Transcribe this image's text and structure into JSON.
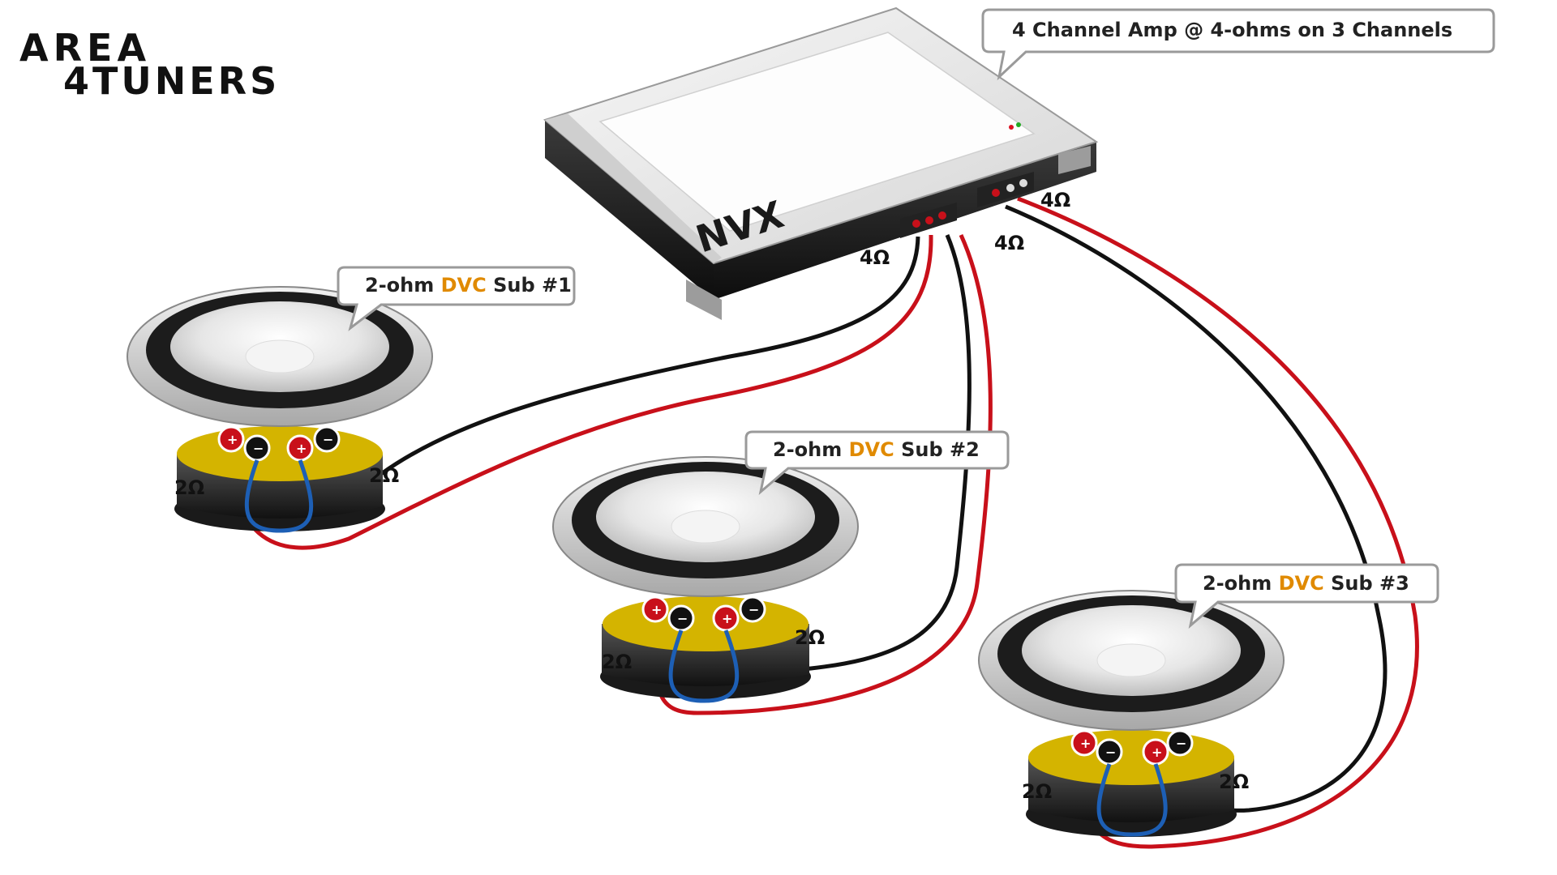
{
  "logo": {
    "line1": "AREA",
    "line2": "4TUNERS"
  },
  "amp": {
    "brand": "NVX",
    "callout": "4 Channel Amp  @ 4-ohms on 3 Channels",
    "channel_loads": [
      "4Ω",
      "4Ω",
      "4Ω"
    ]
  },
  "subs": [
    {
      "label_prefix": "2-ohm ",
      "label_highlight": "DVC",
      "label_suffix": " Sub #1",
      "coil_left": "2Ω",
      "coil_right": "2Ω"
    },
    {
      "label_prefix": "2-ohm ",
      "label_highlight": "DVC",
      "label_suffix": " Sub #2",
      "coil_left": "2Ω",
      "coil_right": "2Ω"
    },
    {
      "label_prefix": "2-ohm ",
      "label_highlight": "DVC",
      "label_suffix": " Sub #3",
      "coil_left": "2Ω",
      "coil_right": "2Ω"
    }
  ],
  "terminal_signs": {
    "positive": "+",
    "negative": "−"
  },
  "colors": {
    "positive_wire": "#c8101a",
    "negative_wire": "#111111",
    "jumper_wire": "#1d5fb5",
    "highlight": "#e08a00"
  }
}
